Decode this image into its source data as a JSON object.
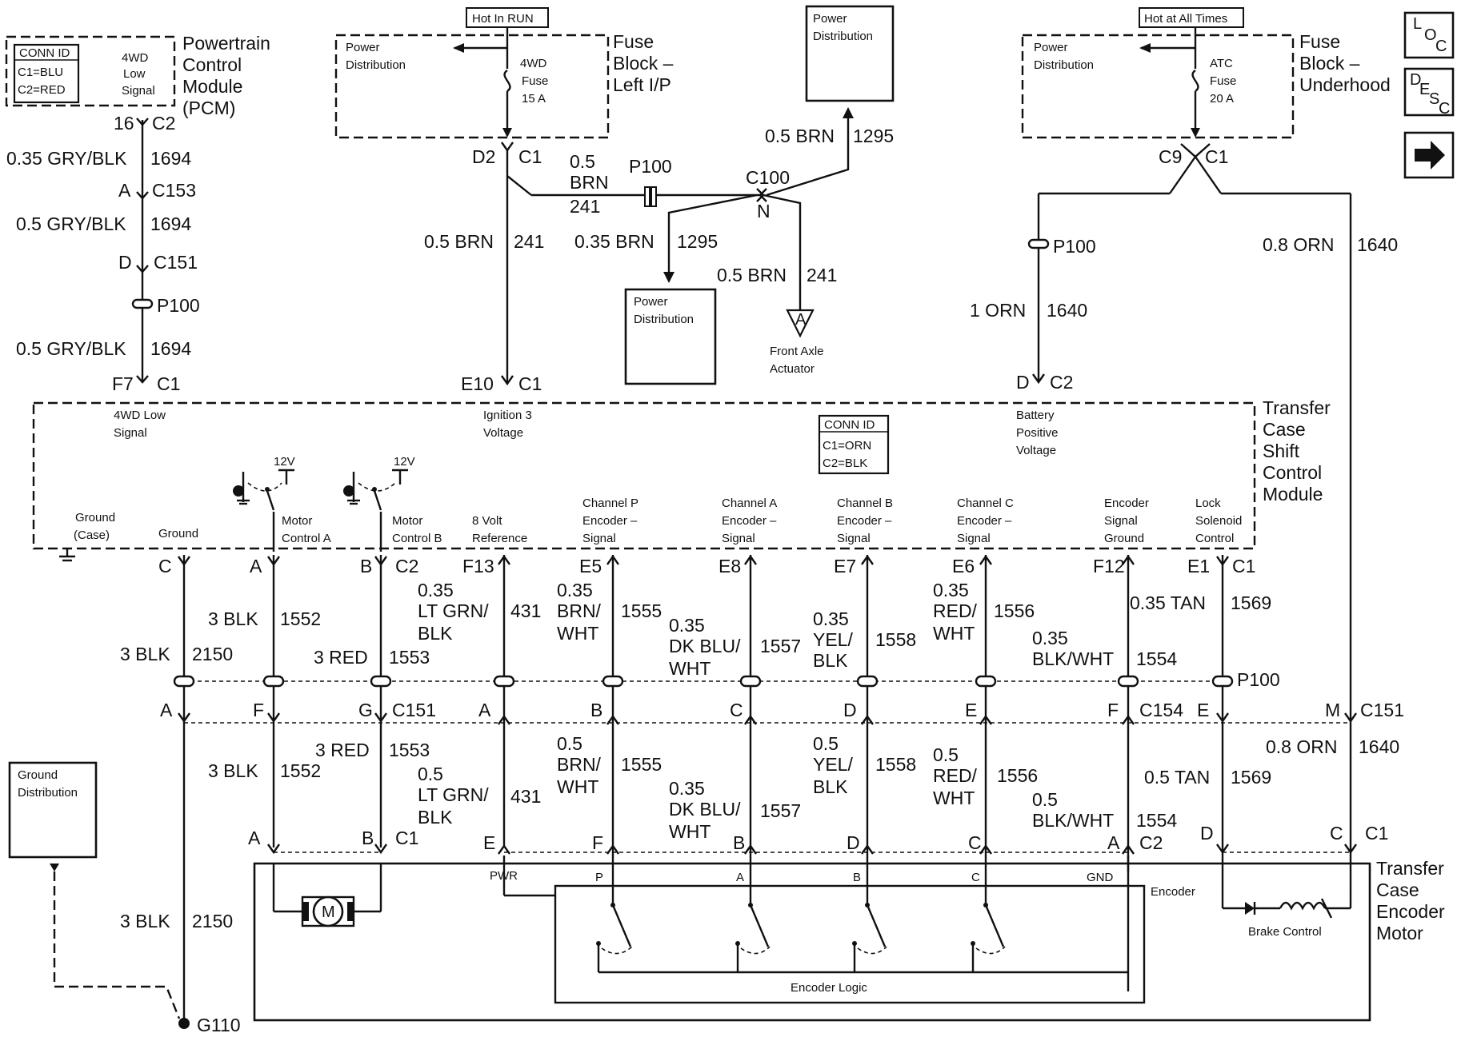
{
  "pcm": {
    "conn_id": {
      "title": "CONN ID",
      "c1": "C1=BLU",
      "c2": "C2=RED"
    },
    "pin_label": [
      "4WD",
      "Low",
      "Signal"
    ],
    "title": [
      "Powertrain",
      "Control",
      "Module",
      "(PCM)"
    ],
    "pin": "16",
    "connector": "C2"
  },
  "pcm_circuit": {
    "w1": "0.35 GRY/BLK",
    "c1": "1694",
    "pinA": "A",
    "connA": "C153",
    "w2": "0.5 GRY/BLK",
    "c2": "1694",
    "pinD": "D",
    "connD": "C151",
    "splice": "P100",
    "w3": "0.5 GRY/BLK",
    "c3": "1694",
    "pinF7": "F7",
    "connF7": "C1"
  },
  "fuse_left": {
    "hot_label": "Hot In RUN",
    "power_dist": [
      "Power",
      "Distribution"
    ],
    "fuse": [
      "4WD",
      "Fuse",
      "15 A"
    ],
    "title": [
      "Fuse",
      "Block –",
      "Left I/P"
    ],
    "pin": "D2",
    "connector": "C1"
  },
  "center": {
    "pd_top": [
      "Power",
      "Distribution"
    ],
    "w_top": "0.5 BRN",
    "c_top": "1295",
    "w_p100": [
      "0.5",
      "BRN"
    ],
    "c_p100": "241",
    "splice": "P100",
    "c100": "C100",
    "c100_pin": "N",
    "w_left": "0.5 BRN",
    "c_left": "241",
    "w_pd": "0.35 BRN",
    "c_pd": "1295",
    "pd_bottom": [
      "Power",
      "Distribution"
    ],
    "w_axle": "0.5 BRN",
    "c_axle": "241",
    "axle_ref": "A",
    "axle_label": [
      "Front Axle",
      "Actuator"
    ],
    "pinE10": "E10",
    "connE10": "C1"
  },
  "fuse_right": {
    "hot_label": "Hot at All Times",
    "power_dist": [
      "Power",
      "Distribution"
    ],
    "fuse": [
      "ATC",
      "Fuse",
      "20 A"
    ],
    "title": [
      "Fuse",
      "Block –",
      "Underhood"
    ],
    "pinC9": "C9",
    "connC1": "C1",
    "splice": "P100",
    "w1": "1 ORN",
    "c1": "1640",
    "w2": "0.8 ORN",
    "c2": "1640",
    "pinD": "D",
    "connD": "C2"
  },
  "side_buttons": {
    "loc": [
      "L",
      "O",
      "C"
    ],
    "desc": [
      "D",
      "E",
      "S",
      "C"
    ],
    "arrow": "next-arrow-icon"
  },
  "tcscm": {
    "title": [
      "Transfer",
      "Case",
      "Shift",
      "Control",
      "Module"
    ],
    "conn_id": {
      "title": "CONN ID",
      "c1": "C1=ORN",
      "c2": "C2=BLK"
    },
    "in_4wd": [
      "4WD Low",
      "Signal"
    ],
    "in_ign": [
      "Ignition 3",
      "Voltage"
    ],
    "in_batt": [
      "Battery",
      "Positive",
      "Voltage"
    ],
    "v12": "12V",
    "ground_case": [
      "Ground",
      "(Case)"
    ],
    "ground": "Ground",
    "motor_a": [
      "Motor",
      "Control A"
    ],
    "motor_b": [
      "Motor",
      "Control B"
    ],
    "ref8": [
      "8 Volt",
      "Reference"
    ],
    "chp": [
      "Channel P",
      "Encoder –",
      "Signal"
    ],
    "cha": [
      "Channel A",
      "Encoder –",
      "Signal"
    ],
    "chb": [
      "Channel B",
      "Encoder –",
      "Signal"
    ],
    "chc": [
      "Channel C",
      "Encoder –",
      "Signal"
    ],
    "enc_gnd": [
      "Encoder",
      "Signal",
      "Ground"
    ],
    "lock": [
      "Lock",
      "Solenoid",
      "Control"
    ]
  },
  "top_pins": [
    "C",
    "A",
    "B",
    "C2",
    "F13",
    "E5",
    "E8",
    "E7",
    "E6",
    "F12",
    "E1",
    "C1"
  ],
  "upper_wires": {
    "gnd": [
      "3 BLK",
      "2150"
    ],
    "ma": [
      "3 BLK",
      "1552"
    ],
    "mb": [
      "3 RED",
      "1553"
    ],
    "ref": [
      "0.35",
      "LT GRN/",
      "BLK",
      "431"
    ],
    "chp": [
      "0.35",
      "BRN/",
      "WHT",
      "1555"
    ],
    "cha": [
      "0.35",
      "DK BLU/",
      "WHT",
      "1557"
    ],
    "chb": [
      "0.35",
      "YEL/",
      "BLK",
      "1558"
    ],
    "chc": [
      "0.35",
      "RED/",
      "WHT",
      "1556"
    ],
    "eg": [
      "0.35",
      "BLK/WHT",
      "1554"
    ],
    "lock": [
      "0.35 TAN",
      "1569"
    ],
    "splice": "P100"
  },
  "mid_pins": [
    "A",
    "F",
    "G",
    "C151",
    "A",
    "B",
    "C",
    "D",
    "E",
    "F",
    "C154",
    "E",
    "M",
    "C151"
  ],
  "lower_wires": {
    "batt": [
      "0.8 ORN",
      "1640"
    ],
    "ma": [
      "3 BLK",
      "1552"
    ],
    "mb": [
      "3 RED",
      "1553"
    ],
    "ref": [
      "0.5",
      "LT GRN/",
      "BLK",
      "431"
    ],
    "chp": [
      "0.5",
      "BRN/",
      "WHT",
      "1555"
    ],
    "cha": [
      "0.35",
      "DK BLU/",
      "WHT",
      "1557"
    ],
    "chb": [
      "0.5",
      "YEL/",
      "BLK",
      "1558"
    ],
    "chc": [
      "0.5",
      "RED/",
      "WHT",
      "1556"
    ],
    "eg": [
      "0.5",
      "BLK/WHT",
      "1554"
    ],
    "lock": [
      "0.5 TAN",
      "1569"
    ],
    "gnd": [
      "3 BLK",
      "2150"
    ]
  },
  "bottom_pins": [
    "A",
    "B",
    "C1",
    "E",
    "F",
    "B",
    "D",
    "C",
    "A",
    "C2",
    "D",
    "C",
    "C1"
  ],
  "encoder_motor": {
    "title": [
      "Transfer",
      "Case",
      "Encoder",
      "Motor"
    ],
    "motor": "M",
    "pwr": "PWR",
    "p": "P",
    "a": "A",
    "b": "B",
    "c": "C",
    "gnd": "GND",
    "encoder": "Encoder",
    "encoder_logic": "Encoder Logic",
    "brake": "Brake Control"
  },
  "ground_dist": {
    "box": [
      "Ground",
      "Distribution"
    ],
    "g": "G110"
  }
}
